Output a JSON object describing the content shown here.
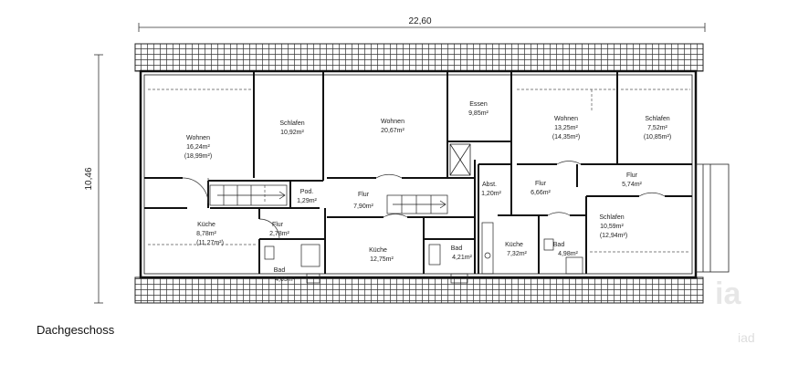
{
  "dimensions": {
    "width": "22,60",
    "height": "10,46"
  },
  "caption": "Dachgeschoss",
  "watermark": {
    "mark": "ia",
    "text": "iad"
  },
  "rooms": {
    "wohnen_left": {
      "name": "Wohnen",
      "area": "16,24m²",
      "area2": "(18,99m²)"
    },
    "schlafen_left": {
      "name": "Schlafen",
      "area": "10,92m²"
    },
    "wohnen_center": {
      "name": "Wohnen",
      "area": "20,67m²"
    },
    "essen": {
      "name": "Essen",
      "area": "9,85m²"
    },
    "wohnen_right": {
      "name": "Wohnen",
      "area": "13,25m²",
      "area2": "(14,35m²)"
    },
    "schlafen_right_top": {
      "name": "Schlafen",
      "area": "7,52m²",
      "area2": "(10,85m²)"
    },
    "pod": {
      "name": "Pod.",
      "area": "1,29m²"
    },
    "flur_center": {
      "name": "Flur",
      "area": "7,90m²"
    },
    "abst": {
      "name": "Abst.",
      "area": "1,20m²"
    },
    "flur_right": {
      "name": "Flur",
      "area": "6,66m²"
    },
    "flur_far_right": {
      "name": "Flur",
      "area": "5,74m²"
    },
    "kueche_left": {
      "name": "Küche",
      "area": "8,78m²",
      "area2": "(11,27m²)"
    },
    "flur_left": {
      "name": "Flur",
      "area": "2,78m²"
    },
    "schlafen_right_bottom": {
      "name": "Schlafen",
      "area": "10,59m²",
      "area2": "(12,94m²)"
    },
    "bad_left": {
      "name": "Bad",
      "area": "4,65m²"
    },
    "kueche_center": {
      "name": "Küche",
      "area": "12,75m²"
    },
    "bad_center": {
      "name": "Bad",
      "area": "4,21m²"
    },
    "kueche_right": {
      "name": "Küche",
      "area": "7,32m²"
    },
    "bad_right": {
      "name": "Bad",
      "area": "4,98m²"
    }
  }
}
